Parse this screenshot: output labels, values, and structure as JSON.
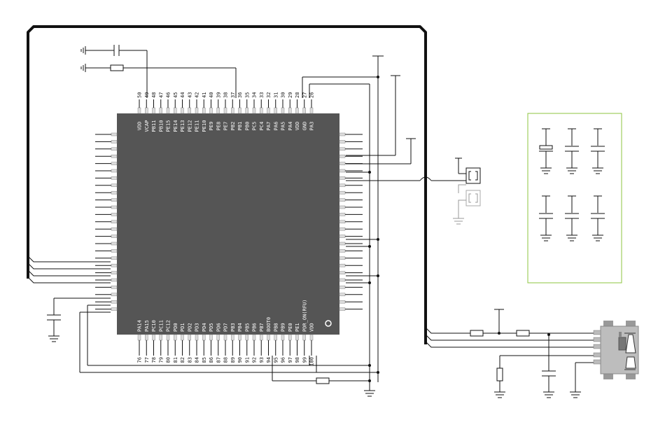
{
  "mcu": {
    "top_pins": [
      {
        "num": "50",
        "name": "VDD"
      },
      {
        "num": "49",
        "name": "VCAP"
      },
      {
        "num": "48",
        "name": "PB11"
      },
      {
        "num": "47",
        "name": "PB10"
      },
      {
        "num": "46",
        "name": "PE15"
      },
      {
        "num": "45",
        "name": "PE14"
      },
      {
        "num": "44",
        "name": "PE13"
      },
      {
        "num": "43",
        "name": "PE12"
      },
      {
        "num": "42",
        "name": "PE11"
      },
      {
        "num": "41",
        "name": "PE10"
      },
      {
        "num": "40",
        "name": "PE9"
      },
      {
        "num": "39",
        "name": "PE8"
      },
      {
        "num": "38",
        "name": "PE7"
      },
      {
        "num": "37",
        "name": "PB2"
      },
      {
        "num": "36",
        "name": "PB1"
      },
      {
        "num": "35",
        "name": "PB0"
      },
      {
        "num": "34",
        "name": "PC5"
      },
      {
        "num": "33",
        "name": "PC4"
      },
      {
        "num": "32",
        "name": "PA7"
      },
      {
        "num": "31",
        "name": "PA6"
      },
      {
        "num": "30",
        "name": "PA5"
      },
      {
        "num": "29",
        "name": "PA4"
      },
      {
        "num": "28",
        "name": "VDD"
      },
      {
        "num": "27",
        "name": "GND"
      },
      {
        "num": "26",
        "name": "PA3"
      }
    ],
    "bottom_pins": [
      {
        "num": "76",
        "name": "PA14"
      },
      {
        "num": "77",
        "name": "PA15"
      },
      {
        "num": "78",
        "name": "PC10"
      },
      {
        "num": "79",
        "name": "PC11"
      },
      {
        "num": "80",
        "name": "PC12"
      },
      {
        "num": "81",
        "name": "PD0"
      },
      {
        "num": "82",
        "name": "PD1"
      },
      {
        "num": "83",
        "name": "PD2"
      },
      {
        "num": "84",
        "name": "PD3"
      },
      {
        "num": "85",
        "name": "PD4"
      },
      {
        "num": "86",
        "name": "PD5"
      },
      {
        "num": "87",
        "name": "PD6"
      },
      {
        "num": "88",
        "name": "PD7"
      },
      {
        "num": "89",
        "name": "PB3"
      },
      {
        "num": "90",
        "name": "PB4"
      },
      {
        "num": "91",
        "name": "PB5"
      },
      {
        "num": "92",
        "name": "PB6"
      },
      {
        "num": "93",
        "name": "PB7"
      },
      {
        "num": "94",
        "name": "BOOT0"
      },
      {
        "num": "95",
        "name": "PB8"
      },
      {
        "num": "96",
        "name": "PB9"
      },
      {
        "num": "97",
        "name": "PE0"
      },
      {
        "num": "98",
        "name": "PE1"
      },
      {
        "num": "99",
        "name": "PDR_ON(RFU)"
      },
      {
        "num": "100",
        "name": "VDD"
      }
    ],
    "side_pin_count": 25
  }
}
